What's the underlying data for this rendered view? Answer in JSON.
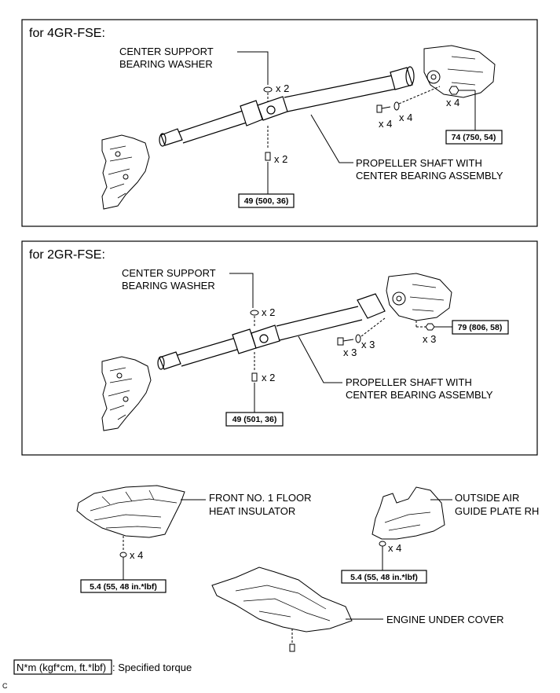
{
  "panels": [
    {
      "title": "for 4GR-FSE:",
      "washer_label": [
        "CENTER SUPPORT",
        "BEARING WASHER"
      ],
      "washer_qty": "x 2",
      "bolt_qty": "x 2",
      "bolt_torque": "49 (500, 36)",
      "shaft_label": [
        "PROPELLER SHAFT WITH",
        "CENTER BEARING ASSEMBLY"
      ],
      "flange_bolt_qty": "x 4",
      "washer2_qty": "x 4",
      "nut_qty": "x 4",
      "nut_torque": "74 (750, 54)"
    },
    {
      "title": "for 2GR-FSE:",
      "washer_label": [
        "CENTER SUPPORT",
        "BEARING WASHER"
      ],
      "washer_qty": "x 2",
      "bolt_qty": "x 2",
      "bolt_torque": "49 (501, 36)",
      "shaft_label": [
        "PROPELLER SHAFT WITH",
        "CENTER BEARING ASSEMBLY"
      ],
      "flange_bolt_qty": "x 3",
      "washer2_qty": "x 3",
      "nut_qty": "x 3",
      "nut_torque": "79 (806, 58)"
    }
  ],
  "bottom": {
    "insulator_label": [
      "FRONT NO. 1 FLOOR",
      "HEAT INSULATOR"
    ],
    "insulator_qty": "x 4",
    "insulator_torque": "5.4 (55, 48 in.*lbf)",
    "guide_label": [
      "OUTSIDE AIR",
      "GUIDE PLATE RH"
    ],
    "guide_qty": "x 4",
    "guide_torque": "5.4 (55, 48 in.*lbf)",
    "cover_label": "ENGINE UNDER COVER"
  },
  "legend": {
    "unit": "N*m (kgf*cm, ft.*lbf)",
    "text": ": Specified torque"
  },
  "corner_mark": "C"
}
